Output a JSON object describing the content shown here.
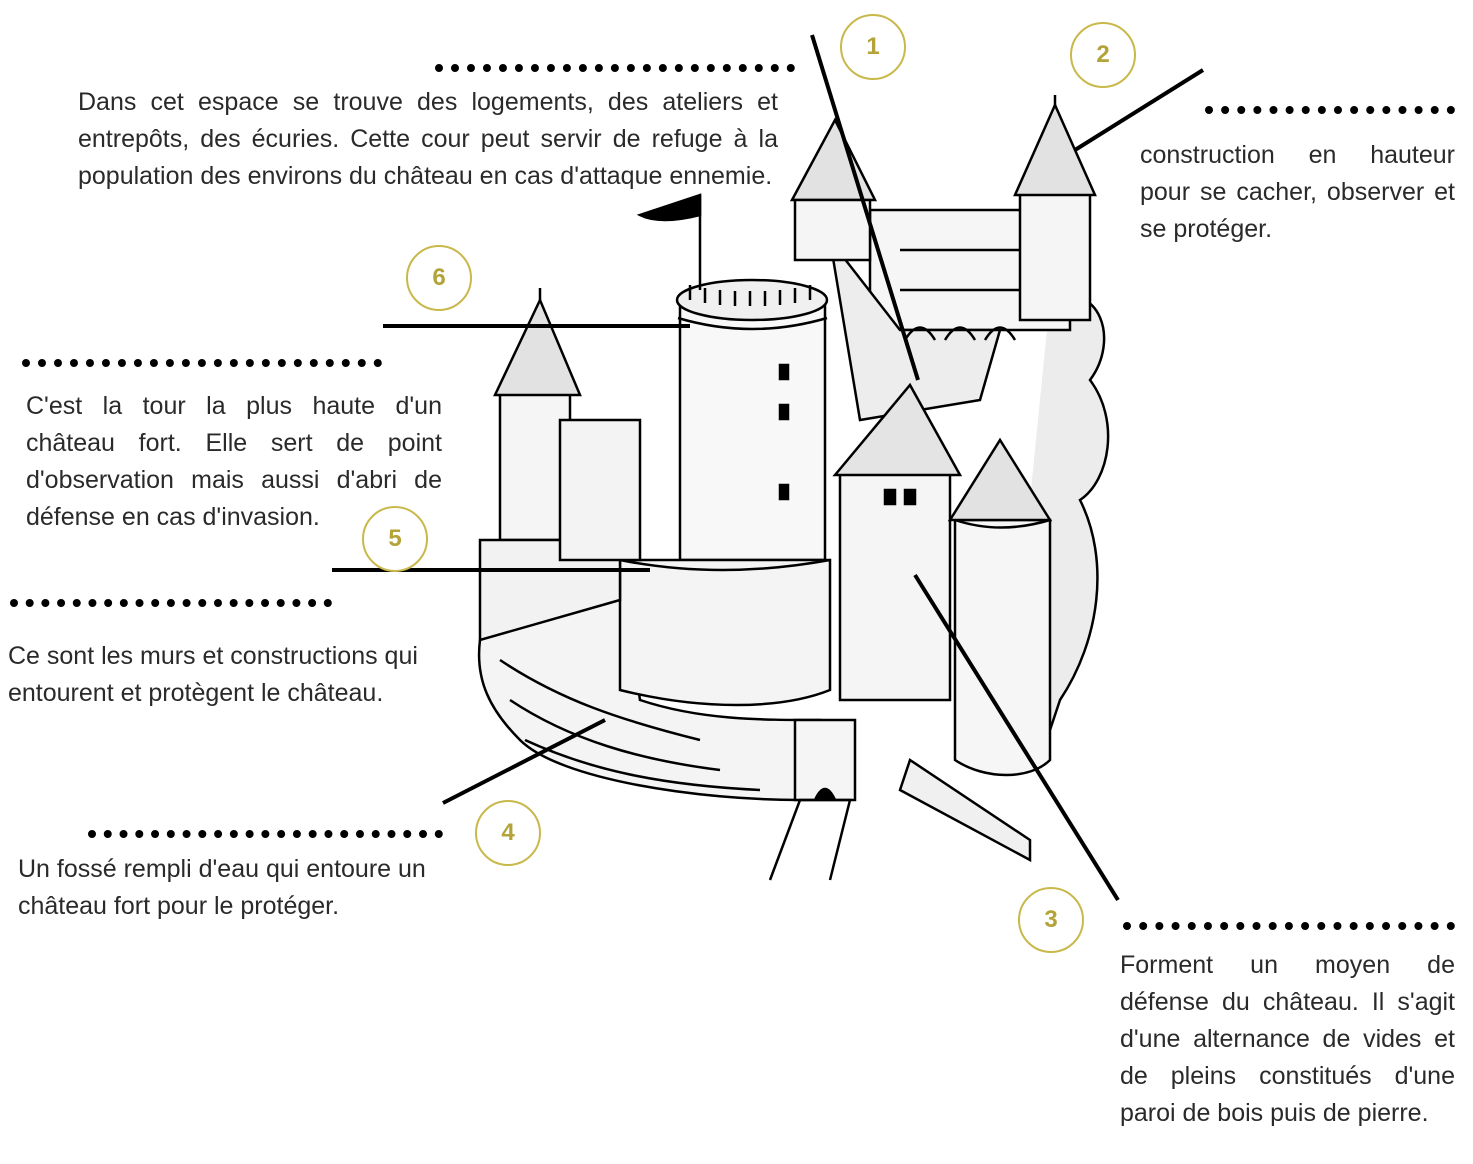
{
  "labels": [
    {
      "num": "1",
      "text": "Dans cet espace se trouve des logements, des ateliers et entrepôts, des écuries. Cette cour peut servir de refuge à la population des environs du château en cas d'attaque ennemie."
    },
    {
      "num": "2",
      "text": "construction en hauteur pour se cacher, observer et se protéger."
    },
    {
      "num": "3",
      "text": "Forment un moyen de défense du château. Il s'agit d'une alternance de vides et de pleins constitués d'une paroi de bois puis de pierre."
    },
    {
      "num": "4",
      "text": "Un fossé rempli d'eau qui entoure un château fort pour le protéger."
    },
    {
      "num": "5",
      "text": "Ce sont les murs et constructions qui entourent et protègent le château."
    },
    {
      "num": "6",
      "text": "C'est la tour la plus haute d'un château fort. Elle sert de point d'observation mais aussi d'abri de défense en cas d'invasion."
    }
  ],
  "colors": {
    "badge": "#c9b84a",
    "ink": "#000000"
  }
}
